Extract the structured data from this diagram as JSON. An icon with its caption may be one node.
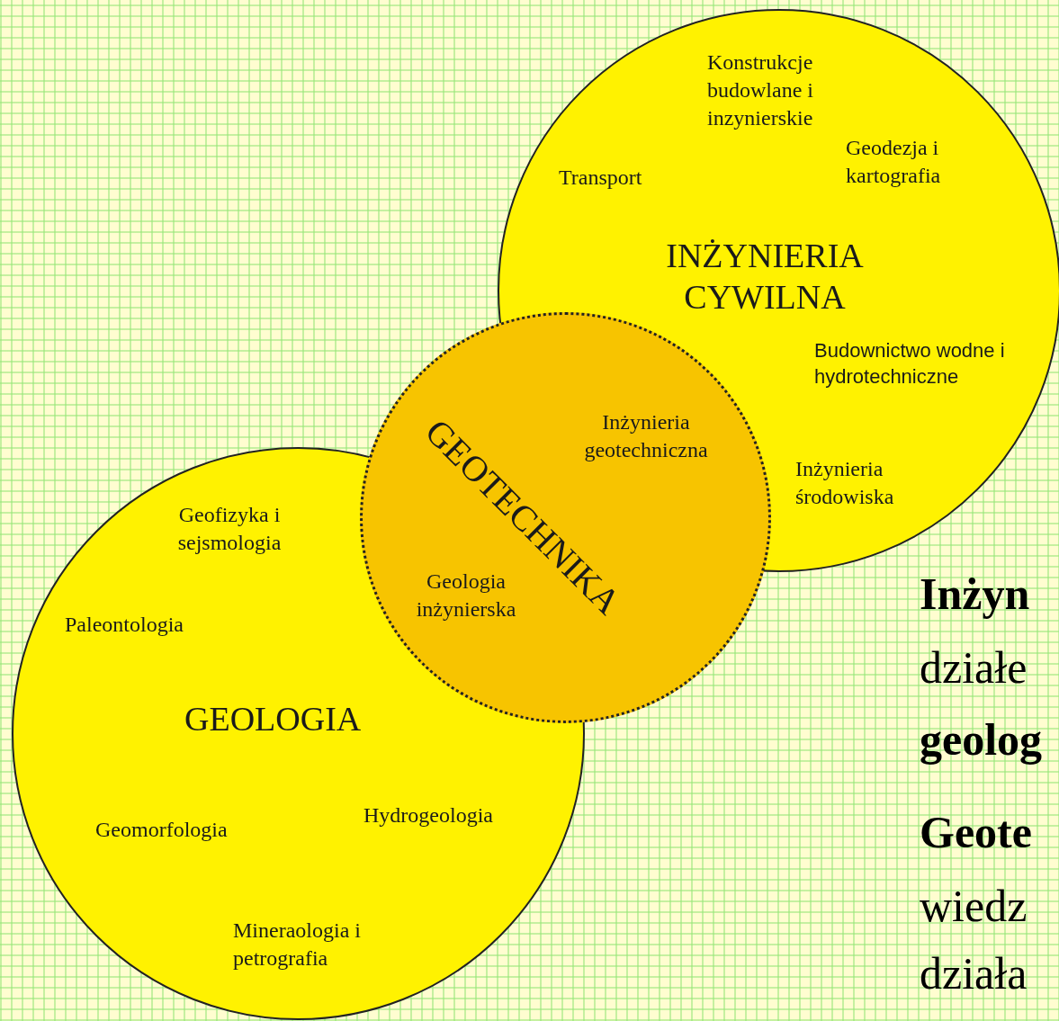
{
  "diagram": {
    "nodes": [
      {
        "text": [
          "Konstrukcje budowlane i inzynierskie",
          "Transport",
          "Geodezja i kartografia",
          "INŻYNIERIA CYWILNA",
          "Budownictwo wodne i hydrotechniczne",
          "Inżynieria środowiska"
        ]
      },
      {
        "text": [
          "GEOTECHNIKA",
          "Inżynieria geotechniczna",
          "Geologia inżynierska"
        ]
      },
      {
        "text": [
          "Geofizyka i sejsmologia",
          "Paleontologia",
          "GEOLOGIA",
          "Hydrogeologia",
          "Geomorfologia",
          "Mineraologia i petrografia"
        ]
      }
    ],
    "labels": [
      "Inżyn",
      "działe",
      "geolog",
      "Geote",
      "wiedz",
      "działa"
    ]
  }
}
